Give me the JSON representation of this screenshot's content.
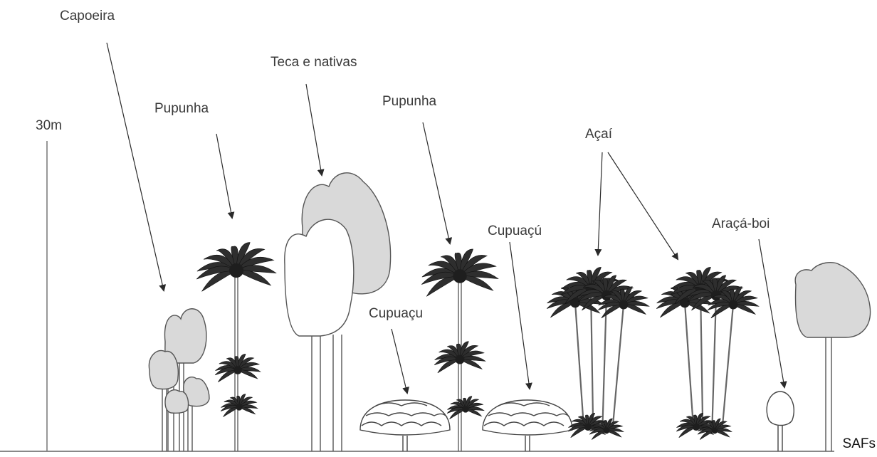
{
  "labels": {
    "capoeira": "Capoeira",
    "pupunha_1": "Pupunha",
    "teca_nativas": "Teca e nativas",
    "pupunha_2": "Pupunha",
    "acai": "Açaí",
    "cupuacu_1": "Cupuaçu",
    "cupuacu_2": "Cupuaçú",
    "araca_boi": "Araçá-boi",
    "scale": "30m",
    "corner": "SAFs"
  },
  "colors": {
    "stroke": "#555555",
    "crown_fill": "#d9d9d9",
    "palm_dark": "#2e2e2e",
    "text": "#3a3a3a"
  }
}
